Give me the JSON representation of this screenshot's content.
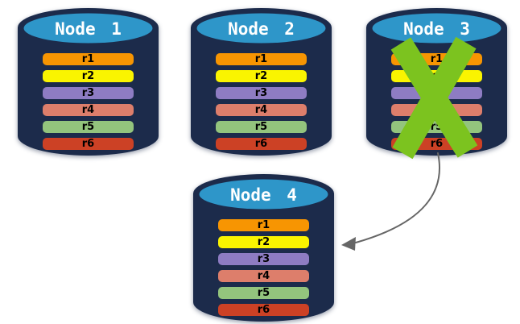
{
  "palette": {
    "background": "#FFFFFF",
    "cylinder_body": "#1C2B4B",
    "cylinder_top": "#2E96C9",
    "title_text": "#FFFFFF",
    "row_text": "#000000",
    "failure_x": "#7CC31F",
    "arrow": "#666666"
  },
  "nodes": [
    {
      "title": "Node 1",
      "rows": [
        {
          "label": "r1",
          "color": "#F79502"
        },
        {
          "label": "r2",
          "color": "#FAF400"
        },
        {
          "label": "r3",
          "color": "#8E7CC3"
        },
        {
          "label": "r4",
          "color": "#DD7E6B"
        },
        {
          "label": "r5",
          "color": "#93C47D"
        },
        {
          "label": "r6",
          "color": "#CC4125"
        }
      ]
    },
    {
      "title": "Node 2",
      "rows": [
        {
          "label": "r1",
          "color": "#F79502"
        },
        {
          "label": "r2",
          "color": "#FAF400"
        },
        {
          "label": "r3",
          "color": "#8E7CC3"
        },
        {
          "label": "r4",
          "color": "#DD7E6B"
        },
        {
          "label": "r5",
          "color": "#93C47D"
        },
        {
          "label": "r6",
          "color": "#CC4125"
        }
      ]
    },
    {
      "title": "Node 3",
      "failed": true,
      "rows": [
        {
          "label": "r1",
          "color": "#F79502"
        },
        {
          "label": "r2",
          "color": "#FAF400"
        },
        {
          "label": "r3",
          "color": "#8E7CC3"
        },
        {
          "label": "r4",
          "color": "#DD7E6B"
        },
        {
          "label": "r5",
          "color": "#93C47D"
        },
        {
          "label": "r6",
          "color": "#CC4125"
        }
      ]
    },
    {
      "title": "Node 4",
      "rows": [
        {
          "label": "r1",
          "color": "#F79502"
        },
        {
          "label": "r2",
          "color": "#FAF400"
        },
        {
          "label": "r3",
          "color": "#8E7CC3"
        },
        {
          "label": "r4",
          "color": "#DD7E6B"
        },
        {
          "label": "r5",
          "color": "#93C47D"
        },
        {
          "label": "r6",
          "color": "#CC4125"
        }
      ]
    }
  ],
  "arrow": {
    "from": "Node 3",
    "to": "Node 4"
  }
}
